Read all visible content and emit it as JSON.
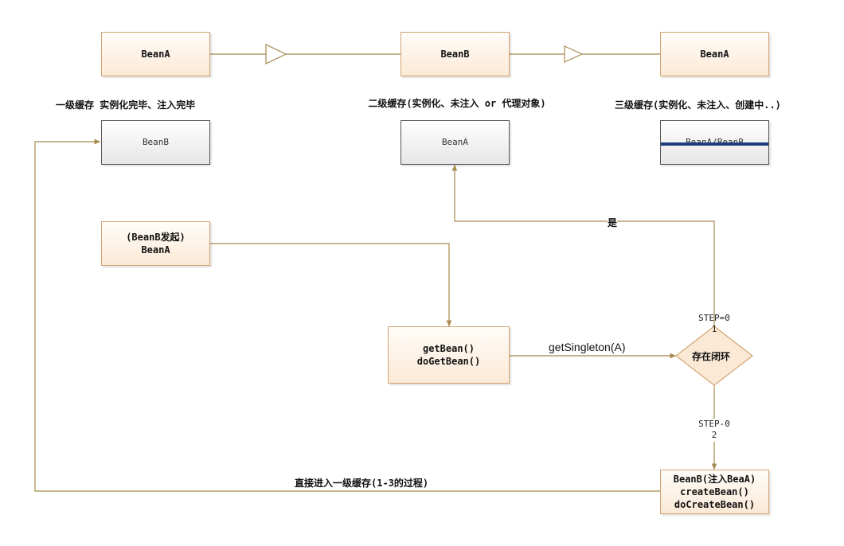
{
  "top_row": {
    "box1": "BeanA",
    "box2": "BeanB",
    "box3": "BeanA"
  },
  "caches": {
    "level1_title": "一级缓存 实例化完毕、注入完毕",
    "level1_content": "BeanB",
    "level2_title": "二级缓存(实例化、未注入 or 代理对象)",
    "level2_content": "BeanA",
    "level3_title": "三级缓存(实例化、未注入、创建中..)",
    "level3_content": "BeanA/BeanB"
  },
  "flow": {
    "initiator_line1": "(BeanB发起)",
    "initiator_line2": "BeanA",
    "getbean_line1": "getBean()",
    "getbean_line2": "doGetBean()",
    "edge_getsingleton": "getSingleton(A)",
    "decision": "存在闭环",
    "step1_line1": "STEP=0",
    "step1_line2": "1",
    "yes_label": "是",
    "step2_line1": "STEP-0",
    "step2_line2": "2",
    "create_line1": "BeanB(注入BeaA)",
    "create_line2": "createBean()",
    "create_line3": "doCreateBean()",
    "back_label": "直接进入一级缓存(1-3的过程)"
  },
  "colors": {
    "box_border": "#d4a373",
    "box_fill": "#fbe9d6",
    "connector": "#a8894e",
    "cache_border": "#555555",
    "strike_bar": "#1f3d7a"
  }
}
